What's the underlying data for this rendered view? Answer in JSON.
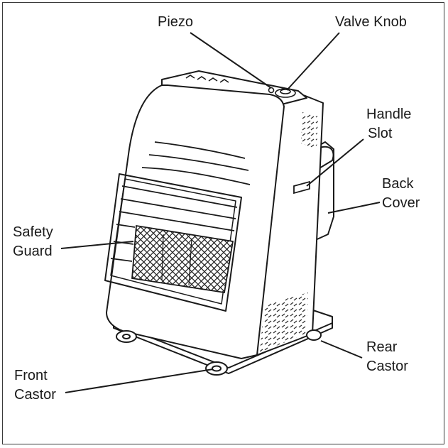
{
  "diagram": {
    "labels": {
      "piezo": "Piezo",
      "valve_knob": "Valve Knob",
      "handle_slot_line1": "Handle",
      "handle_slot_line2": "Slot",
      "back_cover_line1": "Back",
      "back_cover_line2": "Cover",
      "safety_guard_line1": "Safety",
      "safety_guard_line2": "Guard",
      "rear_castor_line1": "Rear",
      "rear_castor_line2": "Castor",
      "front_castor_line1": "Front",
      "front_castor_line2": "Castor"
    },
    "colors": {
      "ink": "#1a1a1a",
      "frame": "#3a3a3a",
      "background": "#ffffff"
    }
  }
}
